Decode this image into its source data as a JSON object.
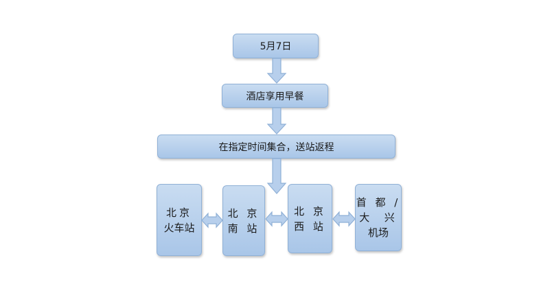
{
  "steps": {
    "date": "5月7日",
    "breakfast": "酒店享用早餐",
    "gather": "在指定时间集合，送站返程"
  },
  "stations": [
    {
      "line1": "北京",
      "line2": "火车站"
    },
    {
      "line1": "北 京",
      "line2": "南 站"
    },
    {
      "line1": "北 京",
      "line2": "西 站"
    },
    {
      "line1": "首 都 /",
      "line2": "大  兴",
      "line3": "机场"
    }
  ],
  "colors": {
    "fill": "#b7cfec",
    "border": "#8fb0d6"
  }
}
